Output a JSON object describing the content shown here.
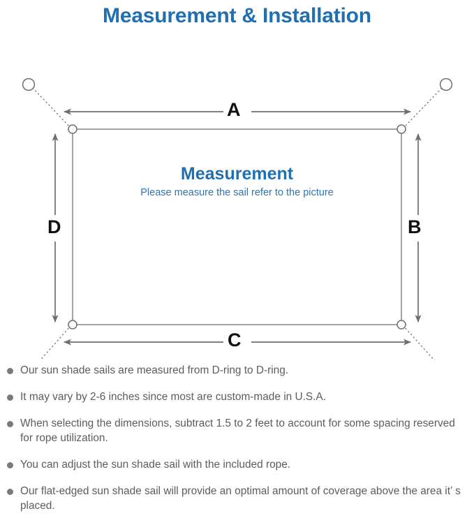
{
  "header": {
    "title": "Measurement & Installation",
    "title_color": "#1F6FB2"
  },
  "diagram": {
    "center_title": "Measurement",
    "center_subtitle": "Please measure the sail refer to the picture",
    "center_title_color": "#1F6FB2",
    "center_subtitle_color": "#2E74B5",
    "line_color": "#6e6e6e",
    "sail_border_color": "#7d7d7d",
    "dimension_labels": {
      "top": "A",
      "right": "B",
      "bottom": "C",
      "left": "D"
    },
    "anchor_ring_count": 4,
    "d_ring_count": 4
  },
  "notes": {
    "bullet_color": "#7a7a7a",
    "text_color": "#5c5c5c",
    "items": [
      "Our sun shade sails are measured from D-ring to D-ring.",
      "It may vary by 2-6 inches since most are custom-made in U.S.A.",
      "When selecting the dimensions, subtract 1.5 to 2 feet to account for some spacing reserved for rope utilization.",
      "You can adjust the sun shade sail with the included rope.",
      "Our flat-edged sun shade sail will provide an optimal amount of coverage above the area it’ s placed."
    ]
  }
}
